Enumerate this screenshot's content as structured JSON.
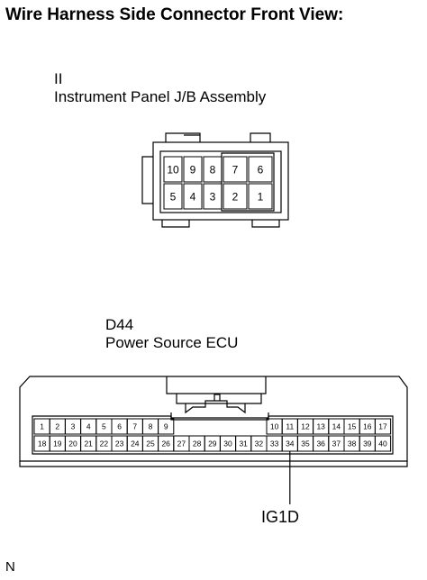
{
  "title": "Wire Harness Side Connector Front View:",
  "connector_ii": {
    "code": "II",
    "name": "Instrument Panel J/B Assembly",
    "top_row": [
      "10",
      "9",
      "8",
      "7",
      "6"
    ],
    "bottom_row": [
      "5",
      "4",
      "3",
      "2",
      "1"
    ]
  },
  "connector_d44": {
    "code": "D44",
    "name": "Power Source ECU",
    "top_left": [
      "1",
      "2",
      "3",
      "4",
      "5",
      "6",
      "7",
      "8",
      "9"
    ],
    "top_right": [
      "10",
      "11",
      "12",
      "13",
      "14",
      "15",
      "16",
      "17"
    ],
    "bottom": [
      "18",
      "19",
      "20",
      "21",
      "22",
      "23",
      "24",
      "25",
      "26",
      "27",
      "28",
      "29",
      "30",
      "31",
      "32",
      "33",
      "34",
      "35",
      "36",
      "37",
      "38",
      "39",
      "40"
    ],
    "callout": {
      "pin": "34",
      "label": "IG1D"
    }
  },
  "footer": {
    "note": "N"
  }
}
